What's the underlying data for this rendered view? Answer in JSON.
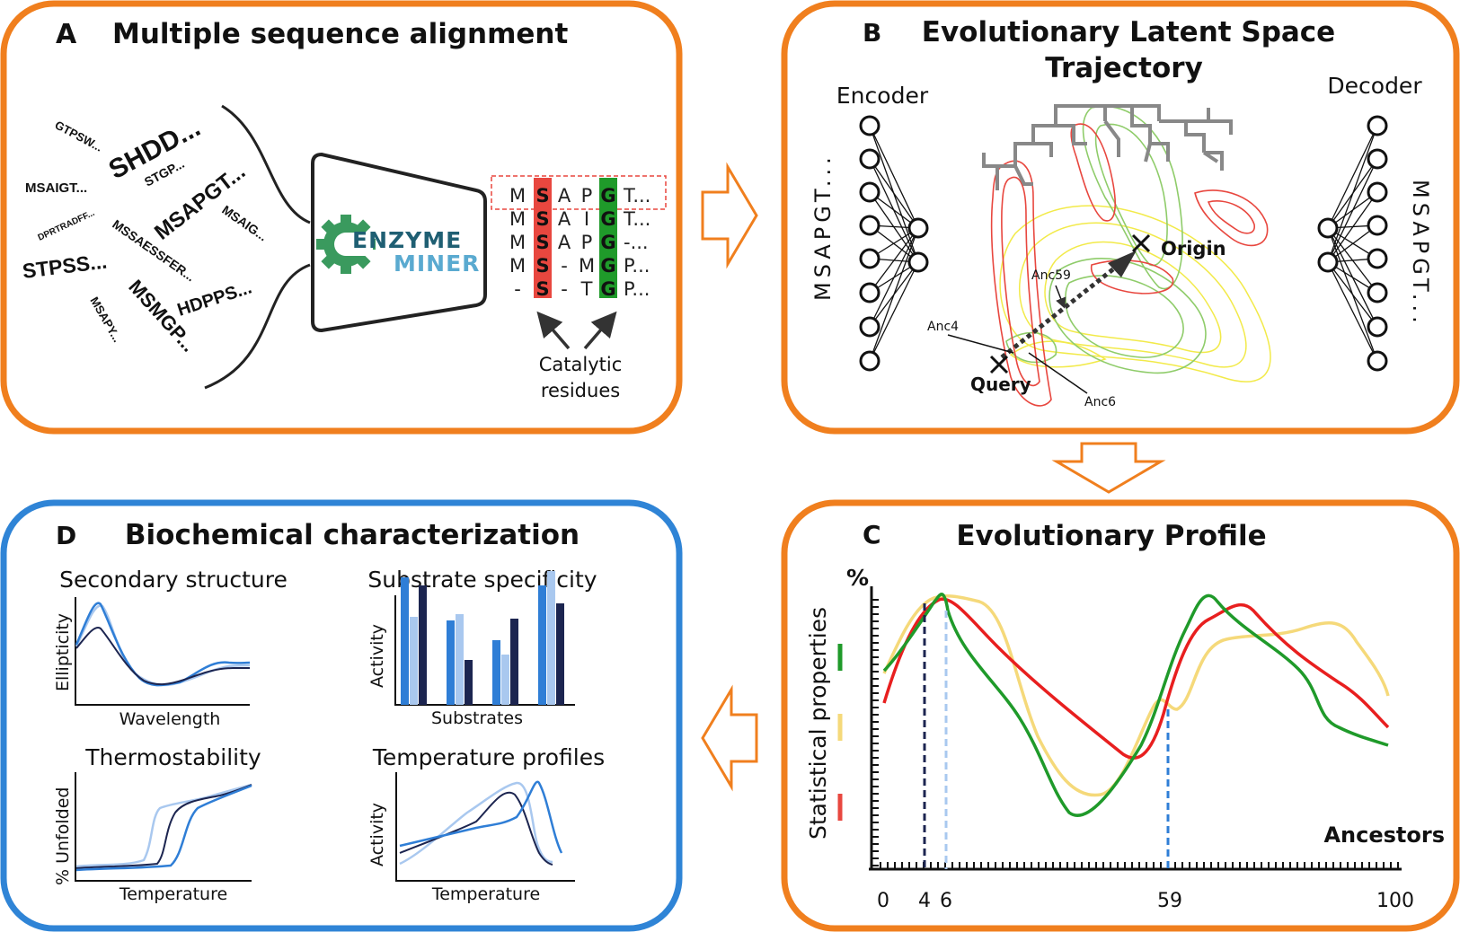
{
  "panels": {
    "a": {
      "letter": "A",
      "title": "Multiple sequence alignment",
      "seq_words": [
        "GTPSW...",
        "SHDD...",
        "MSAIGT...",
        "STGP...",
        "MSAPGT...",
        "DPRTRADFF...",
        "MSAIG...",
        "MSSAESSFER...",
        "STPSS...",
        "HDPPS...",
        "MSMGP...",
        "MSAPY..."
      ],
      "logo_line1": "ENZYME",
      "logo_line2": "MINER",
      "alignment_rows": [
        [
          "M",
          "S",
          "A",
          "P",
          "G",
          "T..."
        ],
        [
          "M",
          "S",
          "A",
          "I",
          "G",
          "T..."
        ],
        [
          "M",
          "S",
          "A",
          "P",
          "G",
          "-..."
        ],
        [
          "M",
          "S",
          "-",
          "M",
          "G",
          "P..."
        ],
        [
          "-",
          "S",
          "-",
          "T",
          "G",
          "P..."
        ]
      ],
      "catalytic_line1": "Catalytic",
      "catalytic_line2": "residues"
    },
    "b": {
      "letter": "B",
      "title_line1": "Evolutionary Latent Space",
      "title_line2": "Trajectory",
      "encoder": "Encoder",
      "decoder": "Decoder",
      "input_seq": "MSAPGT...",
      "output_seq": "MSAPGT...",
      "origin": "Origin",
      "query": "Query",
      "anc59": "Anc59",
      "anc4": "Anc4",
      "anc6": "Anc6"
    },
    "c": {
      "letter": "C",
      "title": "Evolutionary Profile",
      "y_unit": "%",
      "ylabel": "Statistical properties",
      "xlabel": "Ancestors",
      "ticks": [
        "0",
        "4",
        "6",
        "59",
        "100"
      ]
    },
    "d": {
      "letter": "D",
      "title": "Biochemical characterization",
      "charts": [
        {
          "title": "Secondary structure",
          "xlabel": "Wavelength",
          "ylabel": "Ellipticity"
        },
        {
          "title": "Substrate specificity",
          "xlabel": "Substrates",
          "ylabel": "Activity"
        },
        {
          "title": "Thermostability",
          "xlabel": "Temperature",
          "ylabel": "% Unfolded"
        },
        {
          "title": "Temperature profiles",
          "xlabel": "Temperature",
          "ylabel": "Activity"
        }
      ]
    }
  },
  "colors": {
    "orange": "#f07f1e",
    "blue": "#2f84d6",
    "red": "#e8473f",
    "green": "#1f9a2a",
    "yellow": "#f5d97a",
    "navy": "#1c2550",
    "mid_blue": "#2f7ed6",
    "light_blue": "#a9c8ef"
  }
}
